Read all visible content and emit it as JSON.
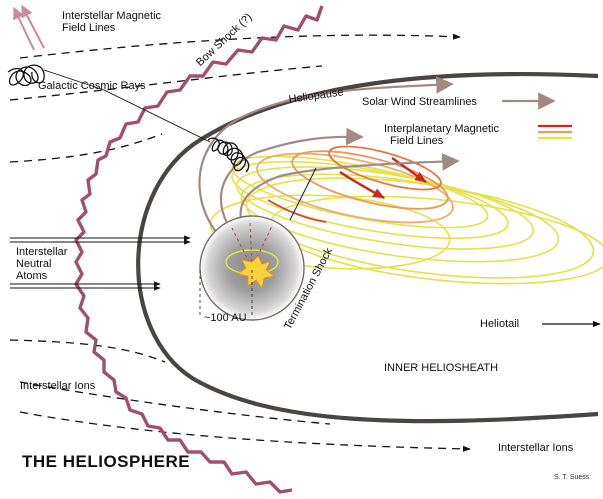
{
  "title": "THE HELIOSPHERE",
  "credit": "S. T. Suess",
  "labels": {
    "interstellar_magnetic_field_lines": [
      "Interstellar Magnetic",
      "Field Lines"
    ],
    "bow_shock": "Bow Shock (?)",
    "galactic_cosmic_rays": "Galactic Cosmic Rays",
    "heliopause": "Heliopause",
    "solar_wind_streamlines": "Solar Wind Streamlines",
    "interplanetary_magnetic_field_lines": [
      "Interplanetary Magnetic",
      "Field Lines"
    ],
    "interstellar_neutral_atoms": [
      "Interstellar",
      "Neutral",
      "Atoms"
    ],
    "termination_shock": "Termination Shock",
    "distance_100_au": "~100 AU",
    "heliotail": "Heliotail",
    "inner_heliosheath": "INNER HELIOSHEATH",
    "interstellar_ions_left": "Interstellar Ions",
    "interstellar_ions_right": "Interstellar Ions"
  },
  "colors": {
    "bow_shock": "#a0506e",
    "heliopause": "#4a4442",
    "streamline": "#a08a84",
    "field_yellow": "#e6e04a",
    "field_orange": "#e8a060",
    "field_red": "#c8281e",
    "sun": "#ffd23a"
  }
}
